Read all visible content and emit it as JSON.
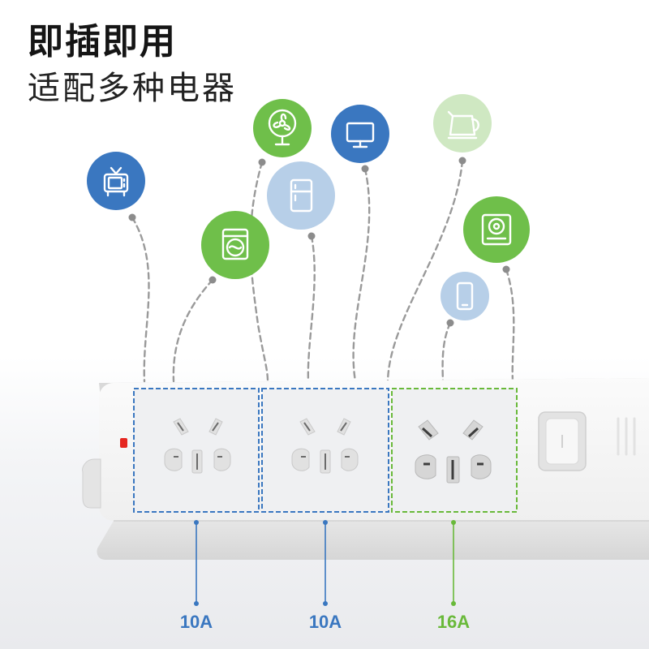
{
  "headline": "即插即用",
  "subline": "适配多种电器",
  "colors": {
    "blue_dark": "#3a77c0",
    "blue_light": "#b7cfe8",
    "green": "#6fbf4a",
    "green_light": "#cfe8c2",
    "amp_blue": "#3a77c0",
    "amp_green": "#69b93a",
    "indicator": "#e52620"
  },
  "appliances": [
    {
      "icon": "tv-icon"
    },
    {
      "icon": "fan-icon"
    },
    {
      "icon": "monitor-icon"
    },
    {
      "icon": "kettle-icon"
    },
    {
      "icon": "fridge-icon"
    },
    {
      "icon": "washing-machine-icon"
    },
    {
      "icon": "induction-cooker-icon"
    },
    {
      "icon": "phone-icon"
    }
  ],
  "outlets": [
    {
      "rating": "10A"
    },
    {
      "rating": "10A"
    },
    {
      "rating": "16A"
    }
  ]
}
